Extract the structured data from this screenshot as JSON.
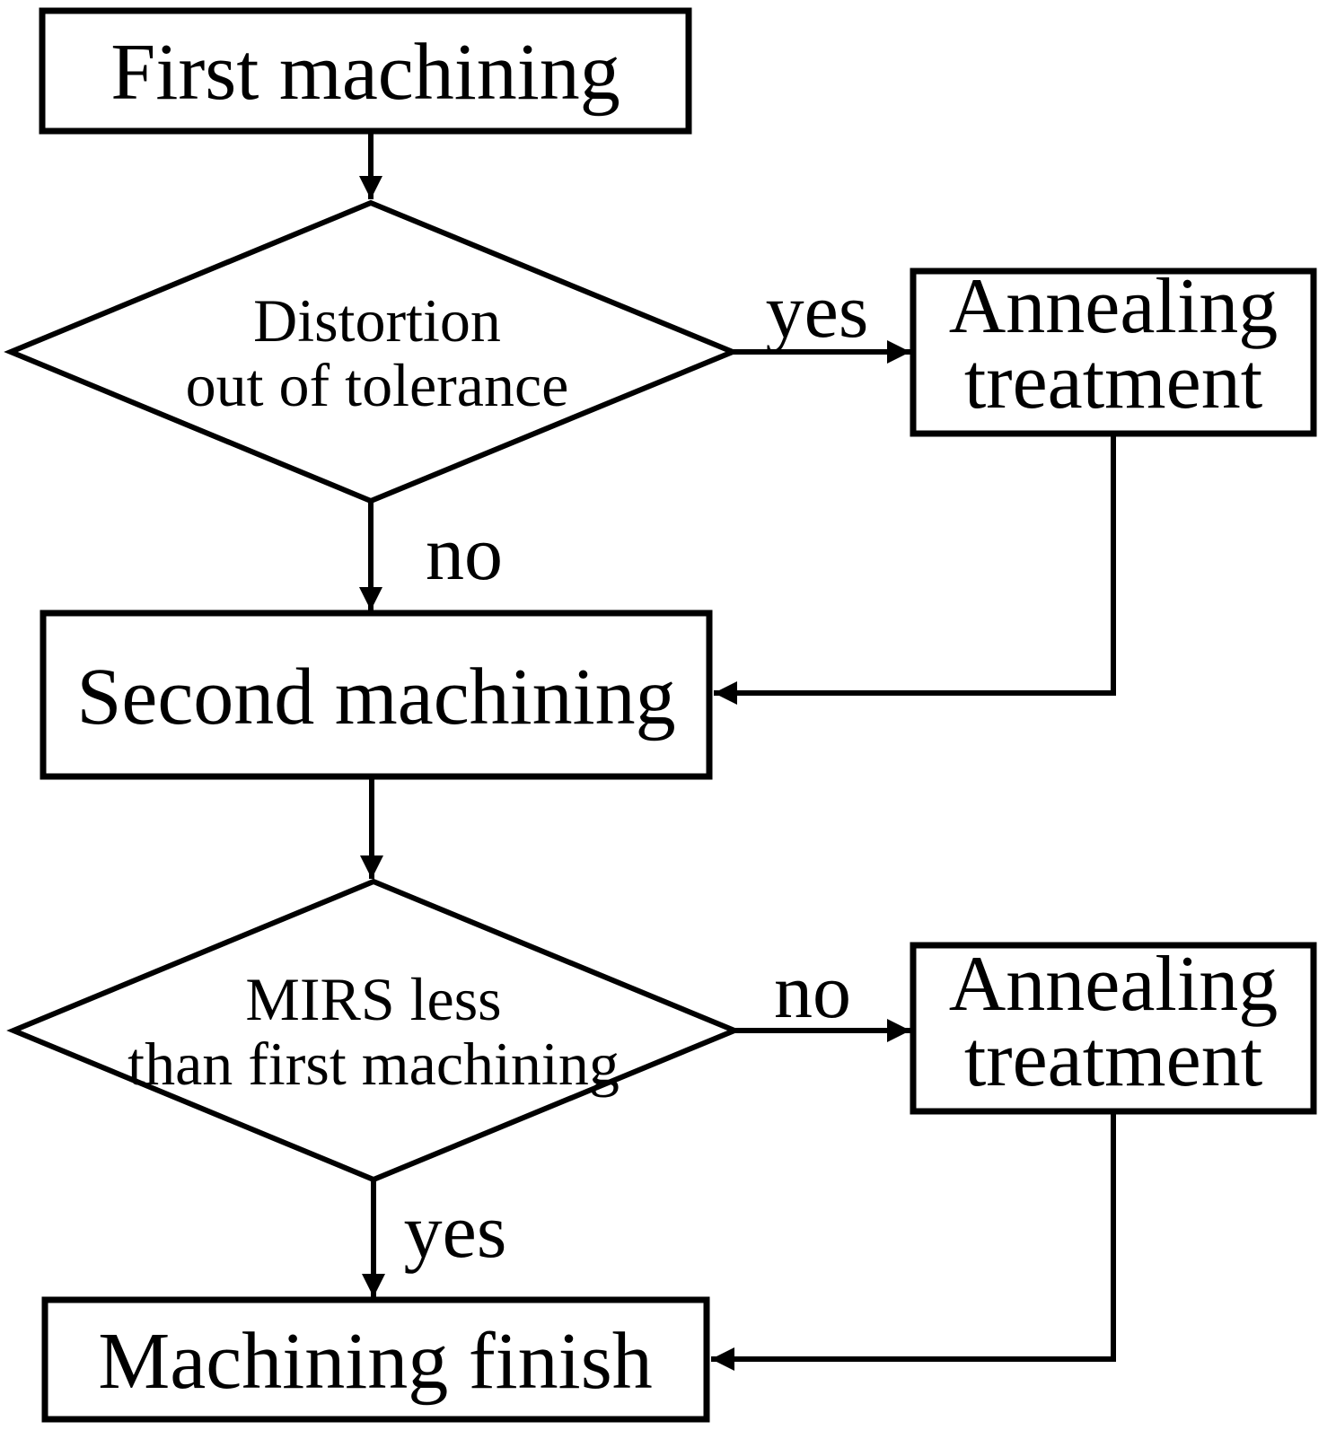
{
  "figure": {
    "type": "flowchart",
    "colors": {
      "ink": "#000000",
      "paper": "#ffffff"
    },
    "nodes": {
      "first_machining": {
        "shape": "process",
        "label": "First machining"
      },
      "distortion_decision": {
        "shape": "decision",
        "lines": [
          "Distortion",
          "out of tolerance"
        ]
      },
      "annealing_top": {
        "shape": "process",
        "lines": [
          "Annealing",
          "treatment"
        ]
      },
      "second_machining": {
        "shape": "process",
        "label": "Second machining"
      },
      "mirs_decision": {
        "shape": "decision",
        "lines": [
          "MIRS less",
          "than first machining"
        ]
      },
      "annealing_bottom": {
        "shape": "process",
        "lines": [
          "Annealing",
          "treatment"
        ]
      },
      "machining_finish": {
        "shape": "process",
        "label": "Machining finish"
      }
    },
    "edge_labels": {
      "distortion_yes": "yes",
      "distortion_no": "no",
      "mirs_no": "no",
      "mirs_yes": "yes"
    },
    "edges": [
      {
        "from": "first_machining",
        "to": "distortion_decision",
        "label": ""
      },
      {
        "from": "distortion_decision",
        "to": "annealing_top",
        "label": "yes"
      },
      {
        "from": "distortion_decision",
        "to": "second_machining",
        "label": "no"
      },
      {
        "from": "annealing_top",
        "to": "second_machining",
        "label": ""
      },
      {
        "from": "second_machining",
        "to": "mirs_decision",
        "label": ""
      },
      {
        "from": "mirs_decision",
        "to": "annealing_bottom",
        "label": "no"
      },
      {
        "from": "mirs_decision",
        "to": "machining_finish",
        "label": "yes"
      },
      {
        "from": "annealing_bottom",
        "to": "machining_finish",
        "label": ""
      }
    ]
  }
}
